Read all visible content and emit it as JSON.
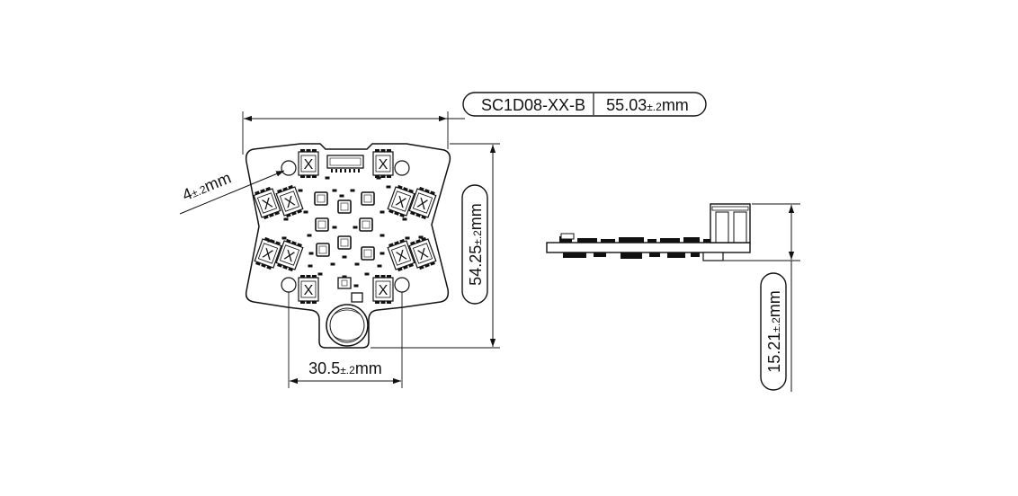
{
  "part_number": "SC1D08-XX-B",
  "width_dim": {
    "value": "55.03",
    "tol": "±.2",
    "unit": "mm"
  },
  "height_dim": {
    "value": "54.25",
    "tol": "±.2",
    "unit": "mm"
  },
  "thickness_dim": {
    "value": "15.21",
    "tol": "±.2",
    "unit": "mm"
  },
  "hole_spacing_dim": {
    "value": "30.5",
    "tol": "±.2",
    "unit": "mm"
  },
  "hole_dia_dim": {
    "value": "4",
    "tol": "±.2",
    "unit": "mm"
  },
  "component_marks": {
    "x_mark": "X"
  },
  "colors": {
    "line": "#111111",
    "background": "#ffffff"
  }
}
